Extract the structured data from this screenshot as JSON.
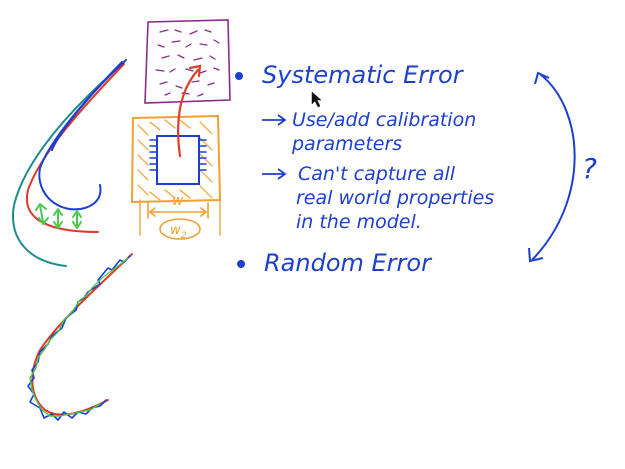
{
  "notes": {
    "systematic": "Systematic Error",
    "calib": "Use/add calibration",
    "params": "parameters",
    "cant1": "Can't capture all",
    "cant2": "real world properties",
    "cant3": "in the model.",
    "random": "Random Error",
    "question": "?"
  },
  "labels": {
    "w": "w",
    "w2": "w",
    "w2_sub": "2"
  },
  "colors": {
    "ink_blue": "#1d3fd0",
    "ink_red": "#e23a2a",
    "ink_green": "#4cc94c",
    "ink_teal": "#1e8c8c",
    "ink_orange": "#f0a030",
    "ink_purple": "#8a2b8a"
  }
}
